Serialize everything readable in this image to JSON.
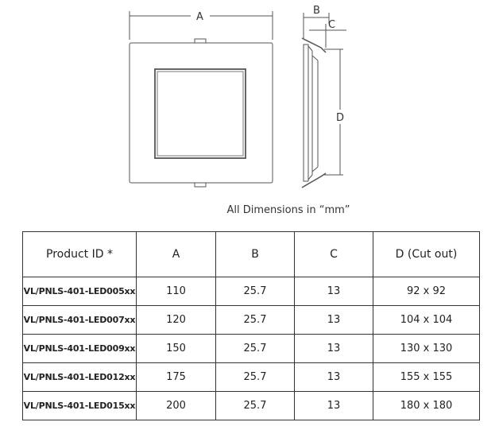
{
  "drawing": {
    "label_a": "A",
    "label_b": "B",
    "label_c": "C",
    "label_d": "D"
  },
  "caption": "All Dimensions in “mm”",
  "table": {
    "headers": [
      "Product ID *",
      "A",
      "B",
      "C",
      "D (Cut out)"
    ],
    "rows": [
      [
        "VL/PNLS-401-LED005xx",
        "110",
        "25.7",
        "13",
        "92 x 92"
      ],
      [
        "VL/PNLS-401-LED007xx",
        "120",
        "25.7",
        "13",
        "104 x 104"
      ],
      [
        "VL/PNLS-401-LED009xx",
        "150",
        "25.7",
        "13",
        "130 x 130"
      ],
      [
        "VL/PNLS-401-LED012xx",
        "175",
        "25.7",
        "13",
        "155 x 155"
      ],
      [
        "VL/PNLS-401-LED015xx",
        "200",
        "25.7",
        "13",
        "180 x 180"
      ]
    ]
  }
}
